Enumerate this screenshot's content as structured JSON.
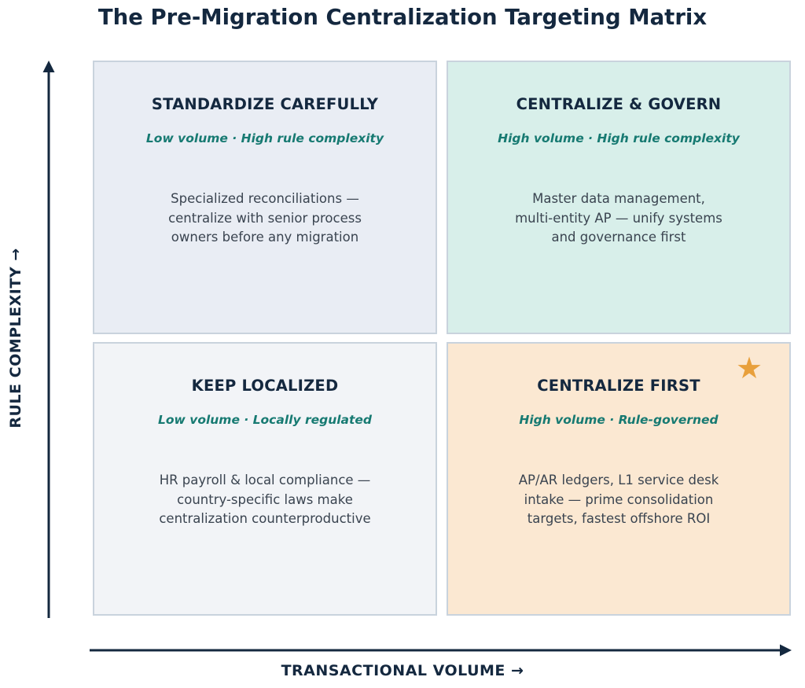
{
  "title": "The Pre-Migration Centralization Targeting Matrix",
  "axes": {
    "x_label": "TRANSACTIONAL VOLUME →",
    "y_label": "RULE COMPLEXITY →"
  },
  "quadrants": {
    "top_left": {
      "heading": "STANDARDIZE CAREFULLY",
      "subtitle": "Low volume · High rule complexity",
      "body": "Specialized reconciliations —\ncentralize with senior process\nowners before any migration"
    },
    "top_right": {
      "heading": "CENTRALIZE & GOVERN",
      "subtitle": "High volume · High rule complexity",
      "body": "Master data management,\nmulti-entity AP — unify systems\nand governance first"
    },
    "bottom_left": {
      "heading": "KEEP LOCALIZED",
      "subtitle": "Low volume · Locally regulated",
      "body": "HR payroll & local compliance —\ncountry-specific laws make\ncentralization counterproductive"
    },
    "bottom_right": {
      "heading": "CENTRALIZE FIRST",
      "subtitle": "High volume · Rule-governed",
      "body": "AP/AR ledgers, L1 service desk\nintake — prime consolidation\ntargets, fastest offshore ROI",
      "highlight_icon": "star-icon"
    }
  },
  "colors": {
    "text_dark": "#14283f",
    "subtitle_teal": "#177a72",
    "body_gray": "#3a4450",
    "star": "#e8a03c",
    "fill_top_left": "#e9edf4",
    "fill_top_right": "#d8efea",
    "fill_bottom_left": "#f2f4f7",
    "fill_bottom_right": "#fbe8d2"
  }
}
